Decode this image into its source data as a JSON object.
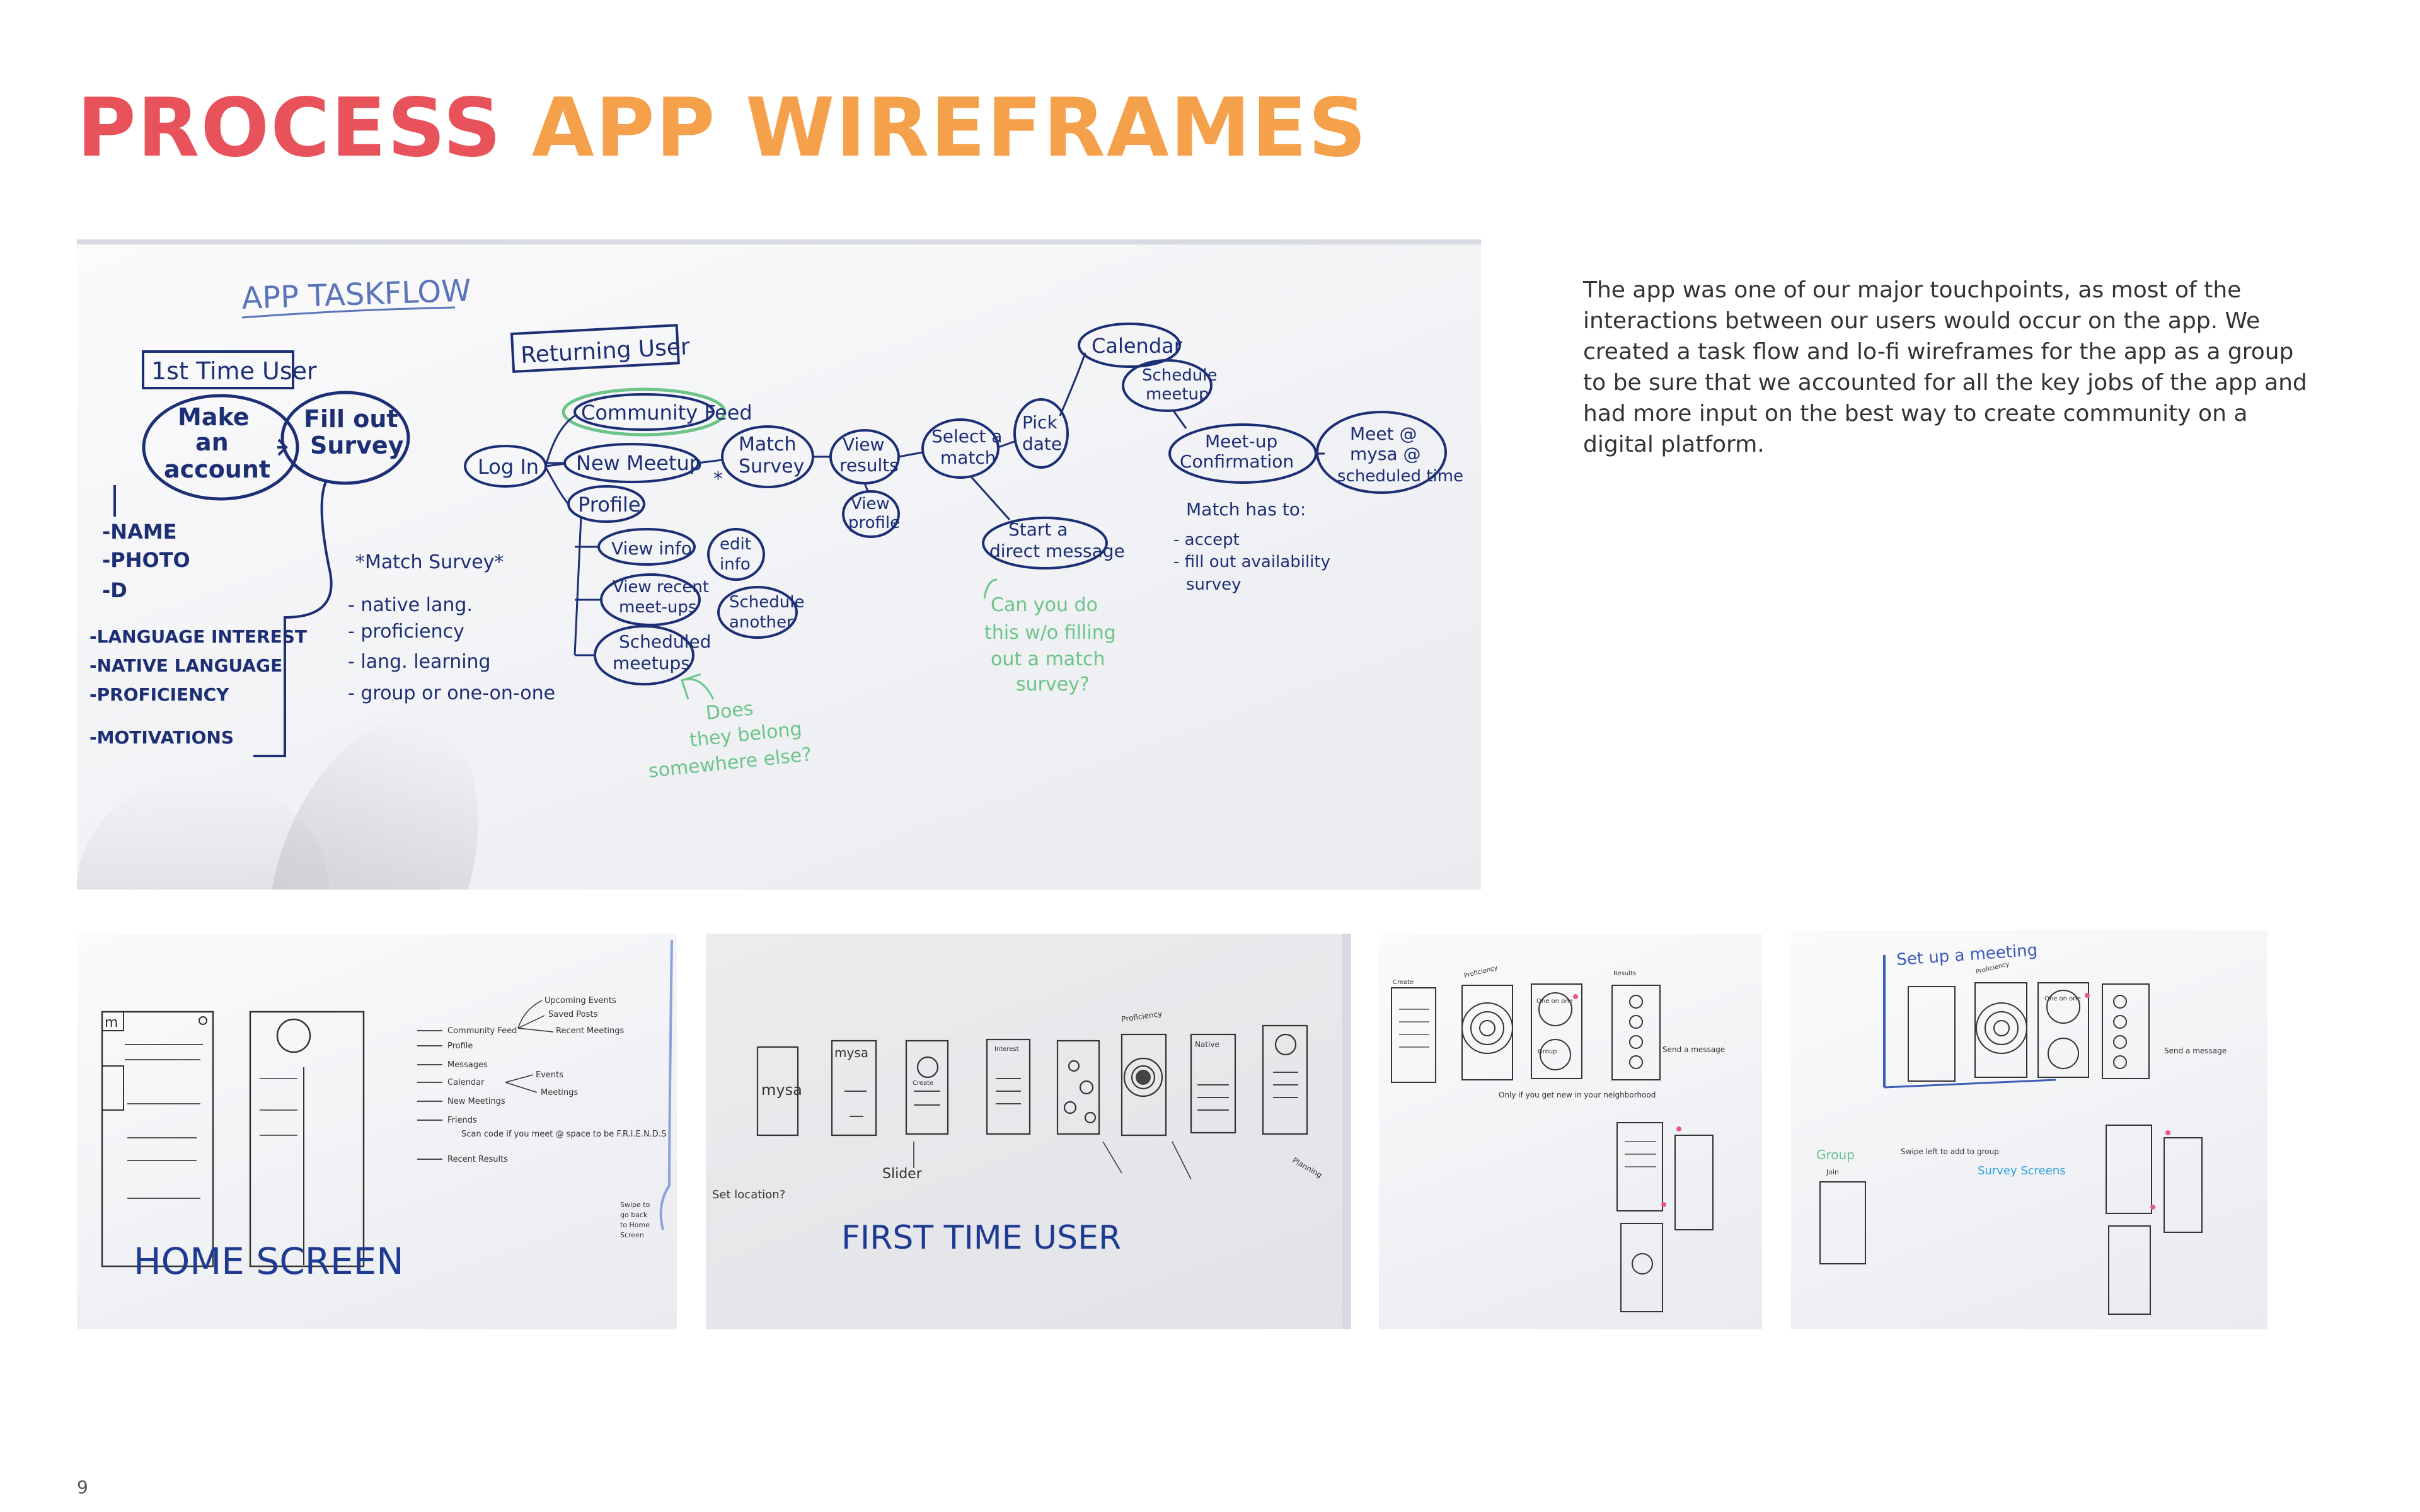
{
  "page": {
    "title_part1": "PROCESS",
    "title_part2": "APP WIREFRAMES",
    "description": "The app was one of our major touchpoints, as most of the interactions between our users would occur on the app. We created a task flow and lo-fi wireframes for the app as a group to be sure that we accounted for all the key jobs of the app and had more input on the best way to create community on a digital platform.",
    "page_number": "9"
  },
  "colors": {
    "title_red": "#e8525a",
    "title_orange": "#f5a04a",
    "ink_navy": "#1c2e74",
    "ink_green": "#6cc488"
  },
  "taskflow": {
    "heading": "APP TASKFLOW",
    "first_time": {
      "label": "1st Time User",
      "make_account": [
        "Make",
        "an",
        "account"
      ],
      "fill_survey": [
        "Fill out",
        "Survey"
      ],
      "fields": [
        "-NAME",
        "-PHOTO",
        "-D",
        "-LANGUAGE INTEREST",
        "-NATIVE LANGUAGE",
        "-PROFICIENCY",
        "-MOTIVATIONS"
      ]
    },
    "match_survey": {
      "heading": "*Match Survey*",
      "items": [
        "- native lang.",
        "- proficiency",
        "- lang. learning",
        "- group or one-on-one"
      ]
    },
    "returning": {
      "label": "Returning User",
      "log_in": "Log In",
      "community_feed": "Community Feed",
      "new_meetup": "New Meetup",
      "profile": "Profile",
      "view_info": "View info",
      "edit_info": [
        "edit",
        "info"
      ],
      "view_recent": [
        "View recent",
        "meet-ups"
      ],
      "schedule_another": [
        "Schedule",
        "another"
      ],
      "scheduled_meetups": [
        "Scheduled",
        "meetups"
      ],
      "match_survey": [
        "Match",
        "Survey"
      ],
      "view_results": [
        "View",
        "results"
      ],
      "view_profile": [
        "View",
        "profile"
      ],
      "select_match": [
        "Select a",
        "match"
      ],
      "pick_date": [
        "Pick",
        "date"
      ],
      "calendar": "Calendar",
      "schedule_meetup": [
        "Schedule",
        "meetup"
      ],
      "meetup_confirmation": [
        "Meet-up",
        "Confirmation"
      ],
      "meet_at": [
        "Meet @",
        "mysa @",
        "scheduled time"
      ],
      "match_has_to": "Match has to:",
      "match_steps": [
        "- accept",
        "- fill out availability",
        "  survey"
      ],
      "start_dm": [
        "Start a",
        "direct message"
      ]
    },
    "notes": {
      "belong": [
        "Does",
        "they belong",
        "somewhere else?"
      ],
      "skip_survey": [
        "Can you do",
        "this w/o filling",
        "out a match",
        "survey?"
      ]
    }
  },
  "home_screen": {
    "title": "HOME SCREEN",
    "menu": [
      "Community Feed",
      "Profile",
      "Messages",
      "Calendar",
      "New Meetings",
      "Friends"
    ],
    "branches": [
      "Upcoming Events",
      "Saved Posts",
      "Recent Meetings"
    ],
    "calendar_branches": [
      "Events",
      "Meetings"
    ],
    "friends_note": "Scan code if you meet @ space to be F.R.I.E.N.D.S",
    "recent_results": "Recent Results",
    "side_note": [
      "Swipe to",
      "go back",
      "to Home",
      "Screen"
    ]
  },
  "first_time_user": {
    "title": "FIRST TIME USER",
    "screens": [
      "mysa",
      "mysa",
      "Create",
      "Interest",
      "Native"
    ],
    "notes": [
      "Slider",
      "Set location?",
      "Proficiency",
      "Planning",
      "Native"
    ]
  },
  "match_screens": {
    "labels": [
      "Proficiency",
      "Create",
      "One on one",
      "Group",
      "Results"
    ],
    "notes": [
      "Only if you get new in your neighborhood",
      "Send a message"
    ]
  },
  "setup_meeting": {
    "title": "Set up a meeting",
    "labels": [
      "Group",
      "Survey Screens",
      "Join",
      "Proficiency",
      "One on one"
    ],
    "notes": [
      "Swipe left to add to group",
      "Send a message"
    ]
  }
}
